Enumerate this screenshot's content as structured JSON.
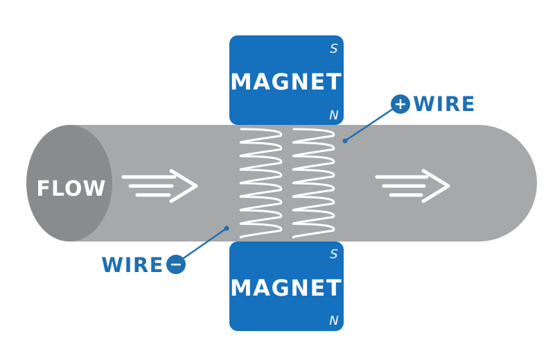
{
  "colors": {
    "magnet": "#1570bd",
    "pipe": "#a7a8aa",
    "pipe_end": "#8a8b8d",
    "wire_label": "#1f6fb2",
    "white": "#ffffff"
  },
  "flow": {
    "label": "FLOW"
  },
  "magnet_top": {
    "label": "MAGNET",
    "pole_top": "S",
    "pole_bottom": "N"
  },
  "magnet_bottom": {
    "label": "MAGNET",
    "pole_top": "S",
    "pole_bottom": "N"
  },
  "wire_positive": {
    "sign": "+",
    "label": "WIRE"
  },
  "wire_negative": {
    "sign": "−",
    "label": "WIRE"
  },
  "icons": [
    "flow-arrow-icon",
    "flow-arrow-icon",
    "plus-icon",
    "minus-icon"
  ]
}
